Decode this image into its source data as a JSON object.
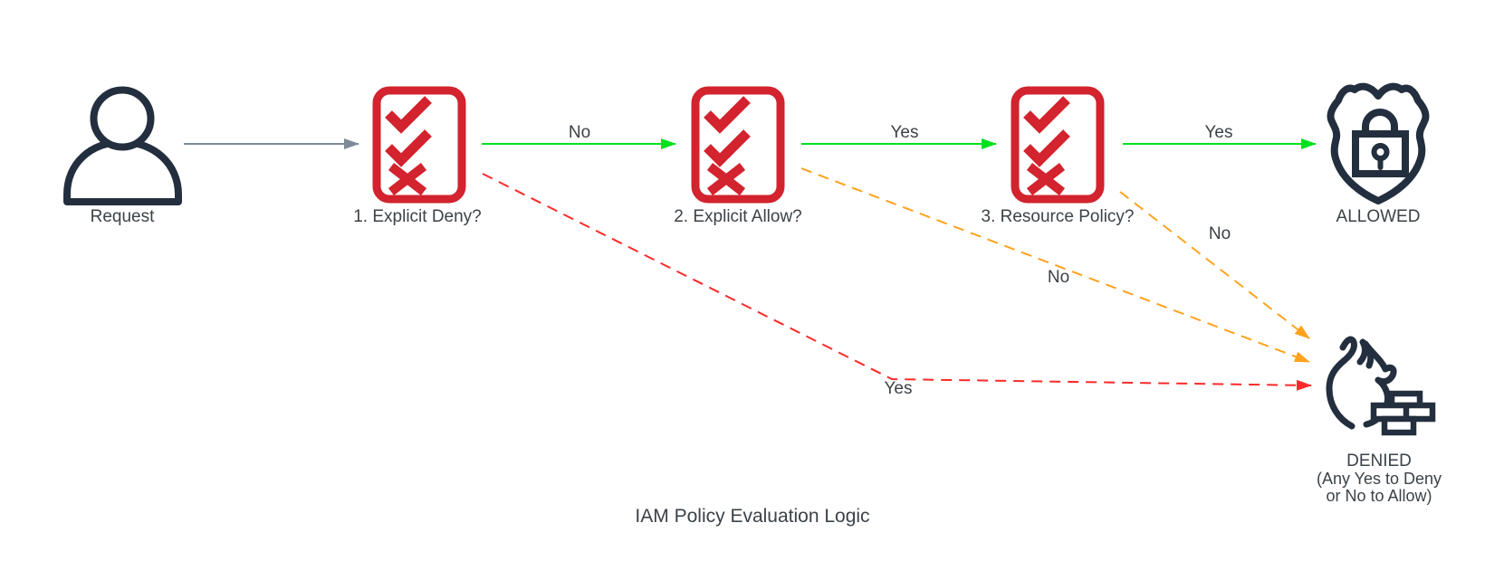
{
  "title": "IAM Policy Evaluation Logic",
  "colors": {
    "navy": "#232f3e",
    "checklist_red": "#d2232e",
    "green": "#00e11e",
    "orange": "#ffa21d",
    "red_line": "#fb2a2a",
    "gray": "#7b8a98",
    "text": "#3b4248"
  },
  "nodes": {
    "request": {
      "label": "Request"
    },
    "deny": {
      "label": "1. Explicit Deny?"
    },
    "allow": {
      "label": "2. Explicit Allow?"
    },
    "resource": {
      "label": "3. Resource Policy?"
    },
    "allowed": {
      "label": "ALLOWED"
    },
    "denied": {
      "label": "DENIED",
      "sub1": "(Any Yes to Deny",
      "sub2": "or No to Allow)"
    }
  },
  "edges": {
    "deny_no": {
      "label": "No"
    },
    "allow_yes": {
      "label": "Yes"
    },
    "resource_yes": {
      "label": "Yes"
    },
    "deny_yes": {
      "label": "Yes"
    },
    "allow_no": {
      "label": "No"
    },
    "resource_no": {
      "label": "No"
    }
  }
}
